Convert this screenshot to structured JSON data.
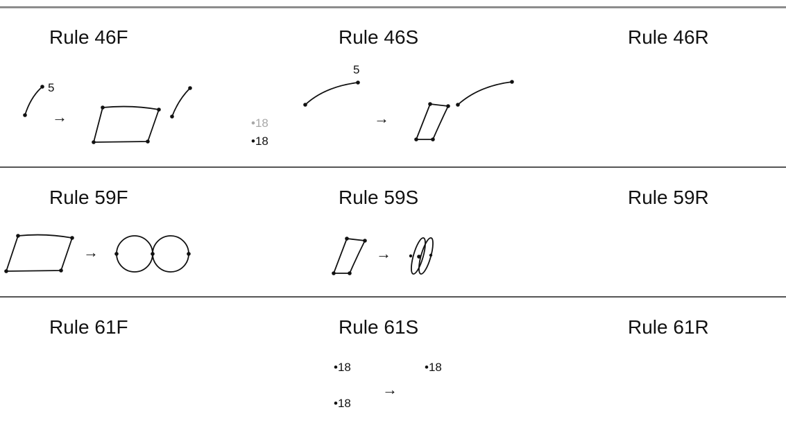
{
  "rules": {
    "r46f": "Rule 46F",
    "r46s": "Rule 46S",
    "r46r": "Rule 46R",
    "r59f": "Rule 59F",
    "r59s": "Rule 59S",
    "r59r": "Rule 59R",
    "r61f": "Rule 61F",
    "r61s": "Rule 61S",
    "r61r": "Rule 61R"
  },
  "labels": {
    "r46f_edge": "5",
    "r46s_edge": "5",
    "r46s_node_grey": "•18",
    "r46s_node": "•18",
    "r61s_node_a": "•18",
    "r61s_node_b": "•18",
    "r61s_node_c": "•18"
  },
  "arrow": "→",
  "colors": {
    "line": "#111111",
    "separator": "#555555",
    "grey_label": "#a8a8a8"
  }
}
